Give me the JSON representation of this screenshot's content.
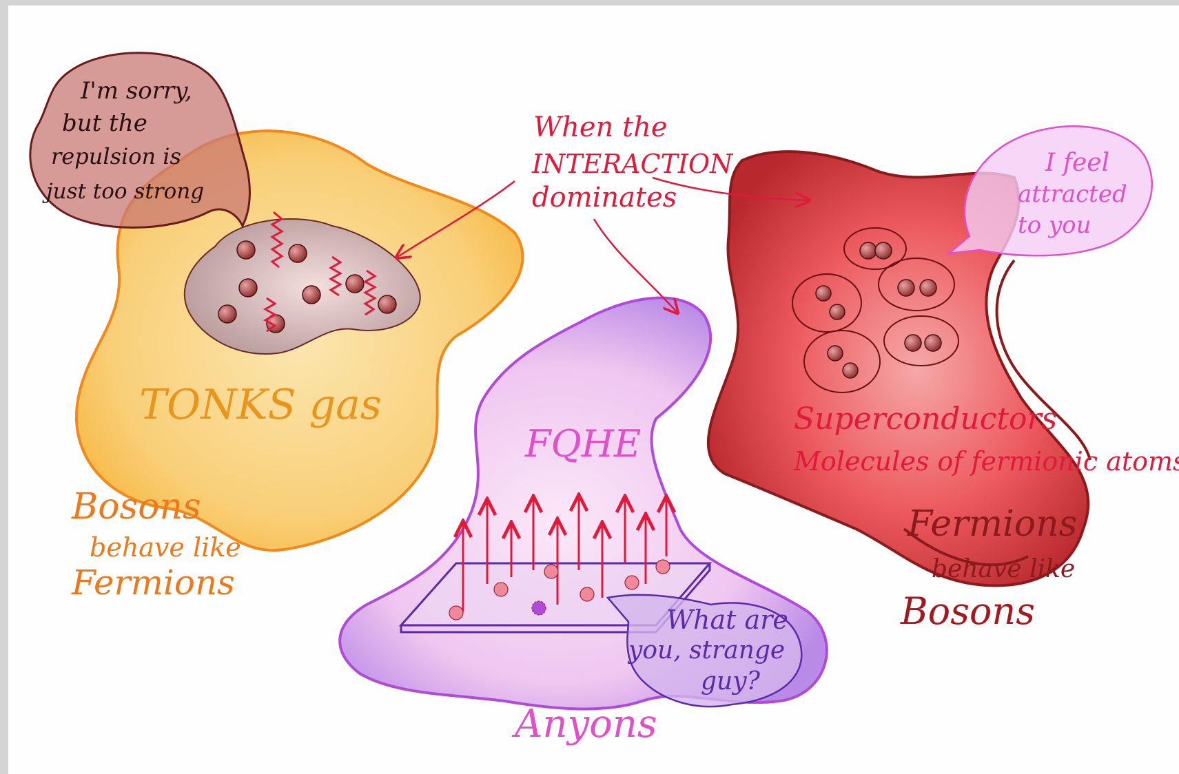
{
  "colors": {
    "tonks_fill": "#f9c45a",
    "tonks_stroke": "#f08a1c",
    "anyons_fill": "#e8bff0",
    "anyons_stroke": "#b04ad8",
    "fermion_fill": "#e9444a",
    "fermion_stroke": "#8a1a1c",
    "label_red": "#e01a3a",
    "label_orange": "#ec7a1c",
    "label_pink": "#e050c8",
    "label_violet": "#6b2ab8",
    "label_darkred": "#a01a20"
  },
  "center_note": {
    "line1": "When the",
    "line2": "INTERACTION",
    "line3": "dominates"
  },
  "tonks": {
    "bubble": [
      "I'm sorry,",
      "but the",
      "repulsion is",
      "just too strong"
    ],
    "title": "TONKS gas",
    "caption": [
      "Bosons",
      "behave like",
      "Fermions"
    ]
  },
  "fqhe": {
    "title": "FQHE",
    "bubble": [
      "What are",
      "you, strange",
      "guy?"
    ],
    "caption": "Anyons"
  },
  "superconductors": {
    "bubble": [
      "I feel",
      "attracted",
      "to you"
    ],
    "title": "Superconductors",
    "subtitle": "Molecules of fermionic atoms",
    "caption": [
      "Fermions",
      "behave like",
      "Bosons"
    ]
  }
}
